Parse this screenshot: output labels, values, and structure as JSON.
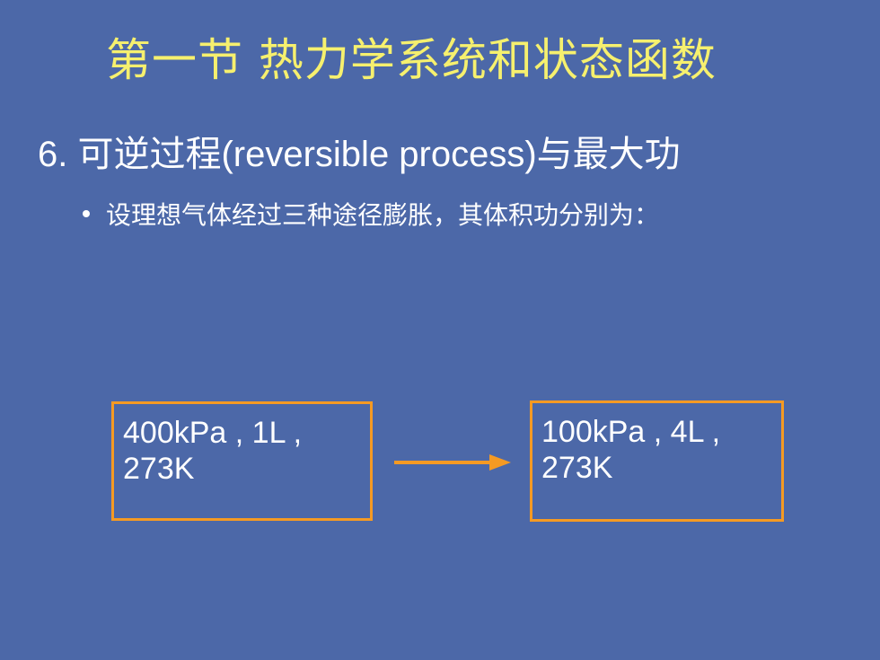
{
  "slide": {
    "title": "第一节  热力学系统和状态函数",
    "heading": "6. 可逆过程(reversible  process)与最大功",
    "bullet": "设理想气体经过三种途径膨胀，其体积功分别为：",
    "initial_state": {
      "line1": "400kPa , 1L ,",
      "line2": "273K"
    },
    "final_state": {
      "line1": "100kPa , 4L ,",
      "line2": "273K"
    },
    "colors": {
      "background": "#4c68a8",
      "title": "#f6f06e",
      "text": "#ffffff",
      "accent": "#f59a23"
    },
    "arrow_icon": "arrow-right-icon"
  }
}
